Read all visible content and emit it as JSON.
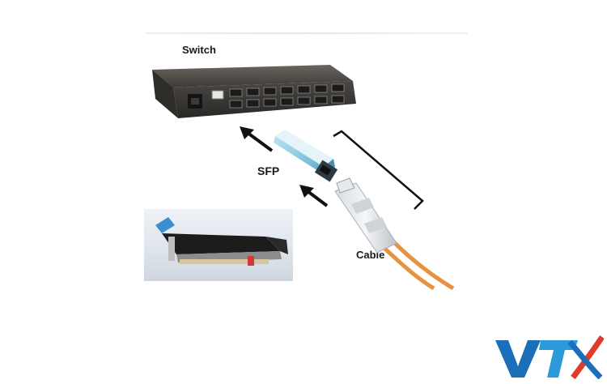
{
  "labels": {
    "switch": "Switch",
    "sfp": "SFP",
    "cable": "Cable"
  },
  "logo": {
    "text": "VTX",
    "colors": {
      "primary": "#1a6fb8",
      "accent": "#2a9bd8",
      "x": "#e23a2a"
    }
  },
  "icons": [
    "network-switch-icon",
    "sfp-module-icon",
    "fiber-cable-icon",
    "arrow-icon",
    "sfp-photo-icon"
  ]
}
